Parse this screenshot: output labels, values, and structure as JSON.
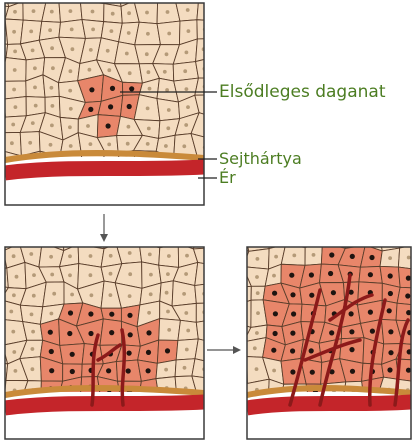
{
  "labels": {
    "primary_tumor": "Elsődleges daganat",
    "membrane": "Sejthártya",
    "vessel": "Ér"
  },
  "colors": {
    "cell_fill": "#f4dcc0",
    "cell_line": "#5a3e2b",
    "nucleus": "#b49a78",
    "tumor_fill": "#e8866a",
    "tumor_nucleus": "#1e1410",
    "membrane": "#c98a3a",
    "vessel": "#c4252a",
    "vessel_dark": "#8c1a1a",
    "label_text": "#4c7d22",
    "frame": "#3a3a3a",
    "arrow": "#555555"
  }
}
